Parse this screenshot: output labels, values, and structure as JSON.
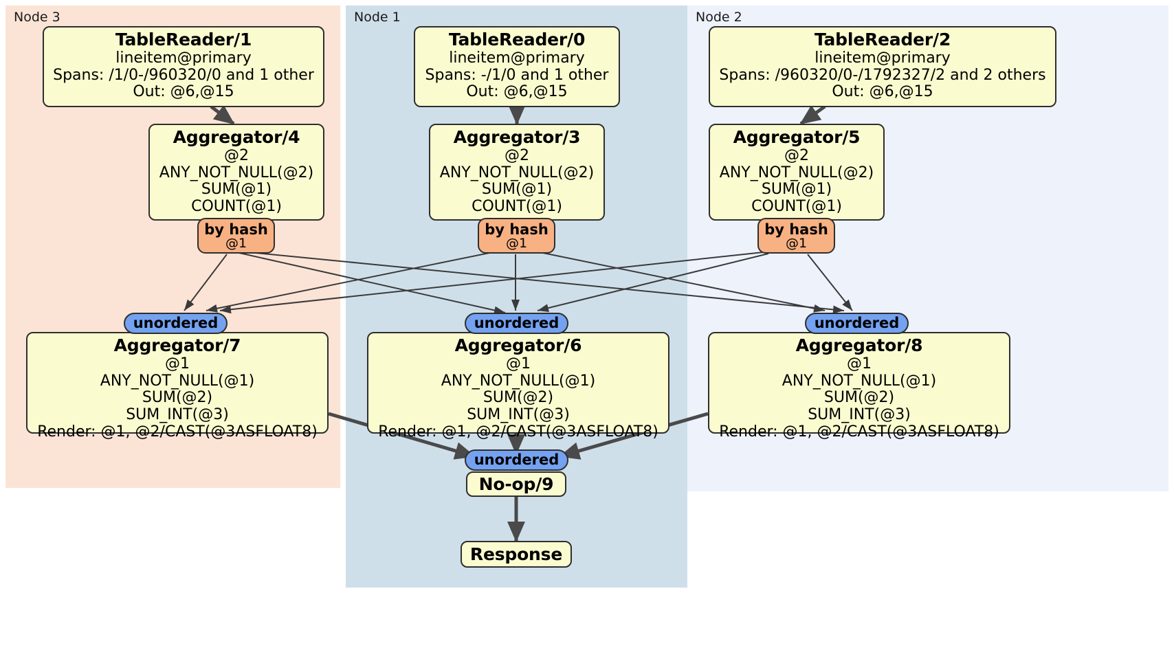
{
  "diagram": {
    "type": "distributed-query-plan",
    "colors": {
      "node3_panel": "#fbe4d6",
      "node1_panel": "#cfdfea",
      "node2_panel": "#eef2fb",
      "processor_fill": "#fbfbd0",
      "hash_badge": "#f7b183",
      "unordered_badge": "#74a2f0",
      "stroke": "#2e2e2e"
    }
  },
  "nodes": [
    {
      "id": "node3",
      "label": "Node 3"
    },
    {
      "id": "node1",
      "label": "Node 1"
    },
    {
      "id": "node2",
      "label": "Node 2"
    }
  ],
  "processors": {
    "table_reader_1": {
      "title": "TableReader/1",
      "lines": [
        "lineitem@primary",
        "Spans: /1/0-/960320/0 and 1 other",
        "Out: @6,@15"
      ]
    },
    "table_reader_0": {
      "title": "TableReader/0",
      "lines": [
        "lineitem@primary",
        "Spans: -/1/0 and 1 other",
        "Out: @6,@15"
      ]
    },
    "table_reader_2": {
      "title": "TableReader/2",
      "lines": [
        "lineitem@primary",
        "Spans: /960320/0-/1792327/2 and 2 others",
        "Out: @6,@15"
      ]
    },
    "aggregator_4": {
      "title": "Aggregator/4",
      "lines": [
        "@2",
        "ANY_NOT_NULL(@2)",
        "SUM(@1)",
        "COUNT(@1)"
      ]
    },
    "aggregator_3": {
      "title": "Aggregator/3",
      "lines": [
        "@2",
        "ANY_NOT_NULL(@2)",
        "SUM(@1)",
        "COUNT(@1)"
      ]
    },
    "aggregator_5": {
      "title": "Aggregator/5",
      "lines": [
        "@2",
        "ANY_NOT_NULL(@2)",
        "SUM(@1)",
        "COUNT(@1)"
      ]
    },
    "aggregator_7": {
      "title": "Aggregator/7",
      "lines": [
        "@1",
        "ANY_NOT_NULL(@1)",
        "SUM(@2)",
        "SUM_INT(@3)",
        "Render: @1, @2/CAST(@3ASFLOAT8)"
      ]
    },
    "aggregator_6": {
      "title": "Aggregator/6",
      "lines": [
        "@1",
        "ANY_NOT_NULL(@1)",
        "SUM(@2)",
        "SUM_INT(@3)",
        "Render: @1, @2/CAST(@3ASFLOAT8)"
      ]
    },
    "aggregator_8": {
      "title": "Aggregator/8",
      "lines": [
        "@1",
        "ANY_NOT_NULL(@1)",
        "SUM(@2)",
        "SUM_INT(@3)",
        "Render: @1, @2/CAST(@3ASFLOAT8)"
      ]
    },
    "noop_9": {
      "title": "No-op/9",
      "lines": []
    },
    "response": {
      "title": "Response",
      "lines": []
    }
  },
  "badges": {
    "hash_left": {
      "title": "by hash",
      "sub": "@1"
    },
    "hash_center": {
      "title": "by hash",
      "sub": "@1"
    },
    "hash_right": {
      "title": "by hash",
      "sub": "@1"
    },
    "unordered_left": {
      "title": "unordered"
    },
    "unordered_center": {
      "title": "unordered"
    },
    "unordered_right": {
      "title": "unordered"
    },
    "unordered_final": {
      "title": "unordered"
    }
  }
}
